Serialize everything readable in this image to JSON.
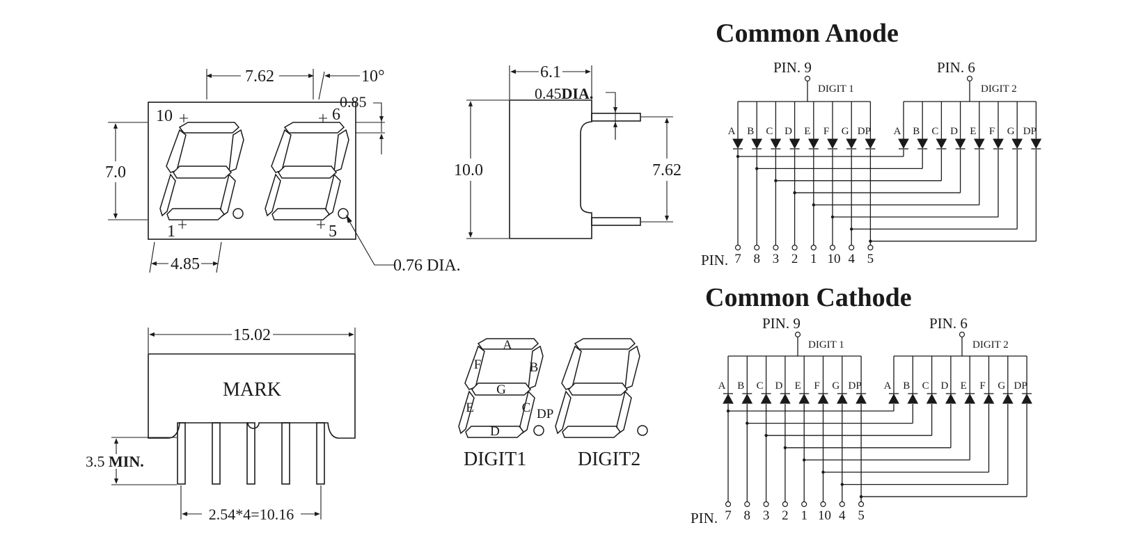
{
  "dimensions": {
    "top_pitch": "7.62",
    "angle": "10°",
    "seg_offset": "0.85",
    "height": "7.0",
    "pin_offset": "4.85",
    "dp_dia": "0.76 DIA.",
    "pin_labels": [
      "10",
      "6",
      "1",
      "5"
    ],
    "side_depth": "6.1",
    "pin_dia_value": "0.45",
    "pin_dia_suffix": "DIA.",
    "side_height": "10.0",
    "row_spacing": "7.62",
    "width": "15.02",
    "mark": "MARK",
    "lead_value": "3.5",
    "lead_suffix": "MIN.",
    "pitch_total": "2.54*4=10.16"
  },
  "segment_diagram": {
    "segments": [
      "A",
      "B",
      "C",
      "D",
      "E",
      "F",
      "G",
      "DP"
    ],
    "digit1": "DIGIT1",
    "digit2": "DIGIT2"
  },
  "common_anode": {
    "title": "Common Anode",
    "pin_a": "PIN. 9",
    "pin_b": "PIN. 6",
    "digit1": "DIGIT 1",
    "digit2": "DIGIT 2",
    "segments": [
      "A",
      "B",
      "C",
      "D",
      "E",
      "F",
      "G",
      "DP"
    ],
    "pin_label": "PIN.",
    "bottom_pins": [
      "7",
      "8",
      "3",
      "2",
      "1",
      "10",
      "4",
      "5"
    ]
  },
  "common_cathode": {
    "title": "Common Cathode",
    "pin_a": "PIN. 9",
    "pin_b": "PIN. 6",
    "digit1": "DIGIT 1",
    "digit2": "DIGIT 2",
    "segments": [
      "A",
      "B",
      "C",
      "D",
      "E",
      "F",
      "G",
      "DP"
    ],
    "pin_label": "PIN.",
    "bottom_pins": [
      "7",
      "8",
      "3",
      "2",
      "1",
      "10",
      "4",
      "5"
    ]
  }
}
